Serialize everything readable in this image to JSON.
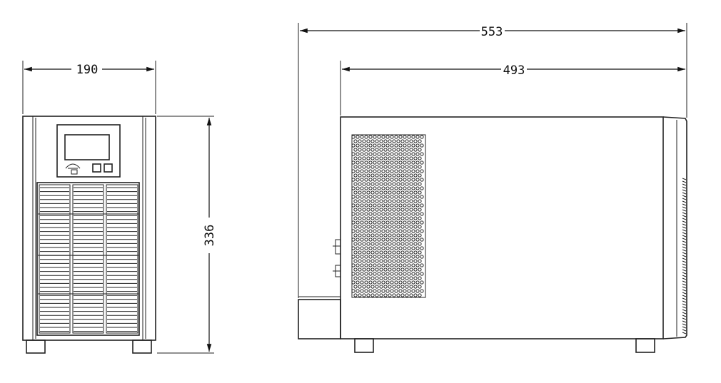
{
  "dimensions": {
    "front_width": "190",
    "front_height": "336",
    "side_overall_depth": "553",
    "side_body_depth": "493"
  },
  "colors": {
    "line": "#222222",
    "background": "#ffffff"
  }
}
